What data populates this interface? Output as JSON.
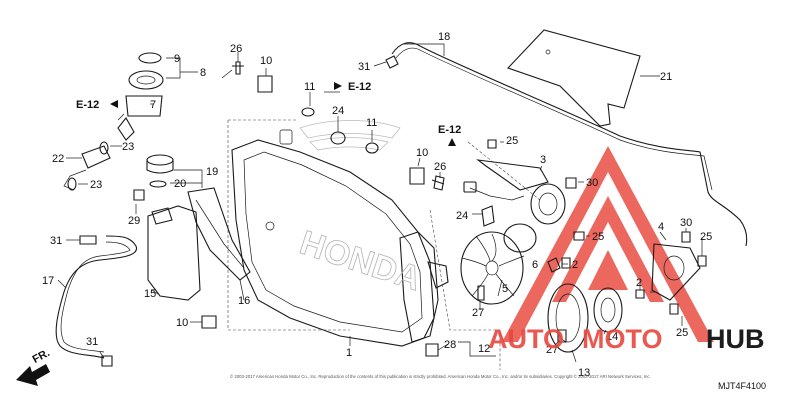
{
  "diagram": {
    "drawing_code": "MJT4F4100",
    "copyright": "© 2003-2017 American Honda Motor Co., Inc. Reproduction of the contents of this publication is strictly prohibited. American Honda Motor Co., Inc. and/or its subsidiaries. Copyright © 2003-2017 ARI Network Services, Inc.",
    "direction_label": "FR.",
    "brand_mark": "HONDA",
    "ref_labels": [
      "E-12",
      "E-12",
      "E-12"
    ],
    "part_labels": [
      "1",
      "2",
      "2",
      "3",
      "4",
      "5",
      "6",
      "7",
      "8",
      "9",
      "10",
      "10",
      "10",
      "11",
      "11",
      "12",
      "13",
      "14",
      "15",
      "16",
      "17",
      "18",
      "19",
      "20",
      "21",
      "22",
      "23",
      "23",
      "24",
      "24",
      "25",
      "25",
      "25",
      "25",
      "26",
      "26",
      "27",
      "27",
      "28",
      "29",
      "30",
      "30",
      "31",
      "31",
      "31"
    ]
  },
  "watermark": {
    "brand_left": "AUTO",
    "brand_mid": "MOTO",
    "brand_right": "HUB",
    "color_red": "#e8473c",
    "color_dark": "#1d1d1d"
  }
}
